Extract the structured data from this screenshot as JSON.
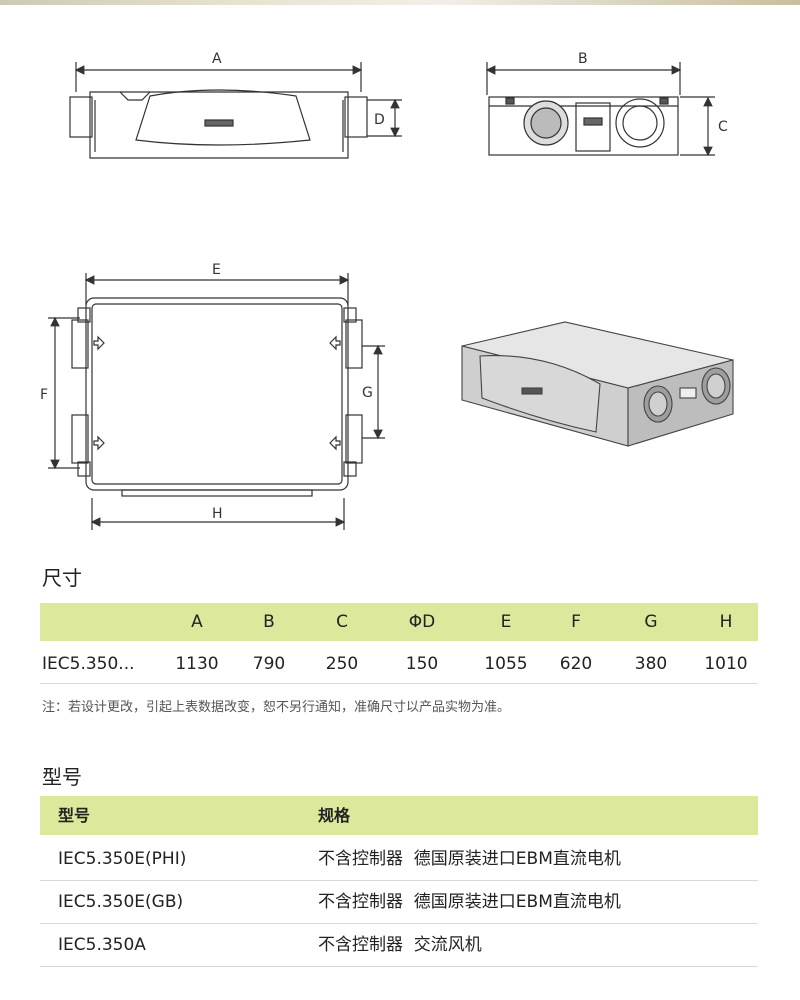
{
  "drawings": {
    "view_top_labels": [
      "A",
      "D"
    ],
    "view_side_labels": [
      "B",
      "C"
    ],
    "view_plan_labels": [
      "E",
      "F",
      "G",
      "H"
    ]
  },
  "dimensions": {
    "title": "尺寸",
    "headers": [
      "",
      "A",
      "B",
      "C",
      "ΦD",
      "E",
      "F",
      "G",
      "H"
    ],
    "row": [
      "IEC5.350...",
      "1130",
      "790",
      "250",
      "150",
      "1055",
      "620",
      "380",
      "1010"
    ],
    "note": "注：若设计更改，引起上表数据改变，恕不另行通知，准确尺寸以产品实物为准。"
  },
  "models": {
    "title": "型号",
    "headers": [
      "型号",
      "规格"
    ],
    "rows": [
      {
        "model": "IEC5.350E(PHI)",
        "spec": "不含控制器  德国原装进口EBM直流电机"
      },
      {
        "model": "IEC5.350E(GB)",
        "spec": "不含控制器  德国原装进口EBM直流电机"
      },
      {
        "model": "IEC5.350A",
        "spec": "不含控制器  交流风机"
      }
    ]
  },
  "colors": {
    "header_bg": "#dce99d",
    "line": "#333333"
  }
}
